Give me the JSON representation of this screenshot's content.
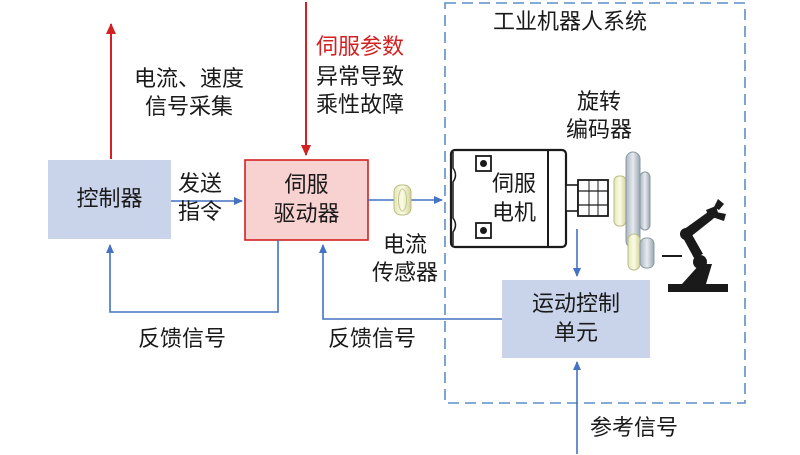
{
  "diagram": {
    "system_title": "工业机器人系统",
    "nodes": {
      "controller": "控制器",
      "servo_driver": [
        "伺服",
        "驱动器"
      ],
      "servo_motor": [
        "伺服",
        "电机"
      ],
      "motion_control_unit": [
        "运动控制",
        "单元"
      ]
    },
    "labels": {
      "current_speed_collection": [
        "电流、速度",
        "信号采集"
      ],
      "servo_param_fault": "伺服参数",
      "servo_param_fault_rest": [
        "异常导致",
        "乘性故障"
      ],
      "send_command": [
        "发送",
        "指令"
      ],
      "current_sensor": [
        "电流",
        "传感器"
      ],
      "rotary_encoder": [
        "旋转",
        "编码器"
      ],
      "feedback_signal_left": "反馈信号",
      "feedback_signal_right": "反馈信号",
      "reference_signal": "参考信号"
    },
    "colors": {
      "box_blue_fill": "#c9d3ea",
      "box_red_fill": "#f8d1d1",
      "box_red_border": "#d32020",
      "arrow_blue": "#4472c4",
      "arrow_red": "#d32020",
      "dashed_border": "#5b8fc9"
    }
  }
}
